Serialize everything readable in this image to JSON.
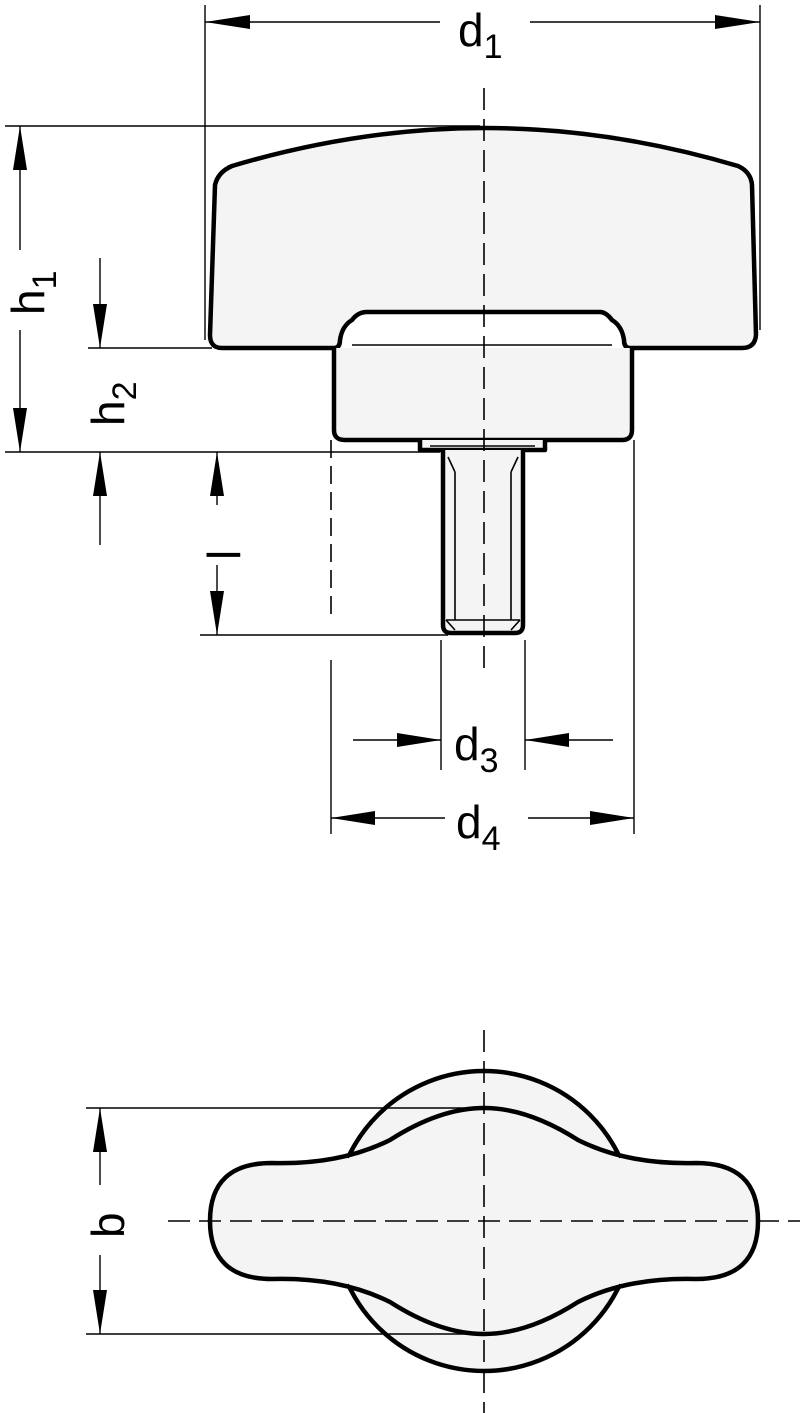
{
  "labels": {
    "d1": {
      "main": "d",
      "sub": "1"
    },
    "h1": {
      "main": "h",
      "sub": "1"
    },
    "h2": {
      "main": "h",
      "sub": "2"
    },
    "l": {
      "main": "l"
    },
    "d3": {
      "main": "d",
      "sub": "3"
    },
    "d4": {
      "main": "d",
      "sub": "4"
    },
    "b": {
      "main": "b"
    }
  },
  "colors": {
    "fill": "#f4f4f4",
    "stroke": "#000000",
    "background": "#ffffff"
  }
}
